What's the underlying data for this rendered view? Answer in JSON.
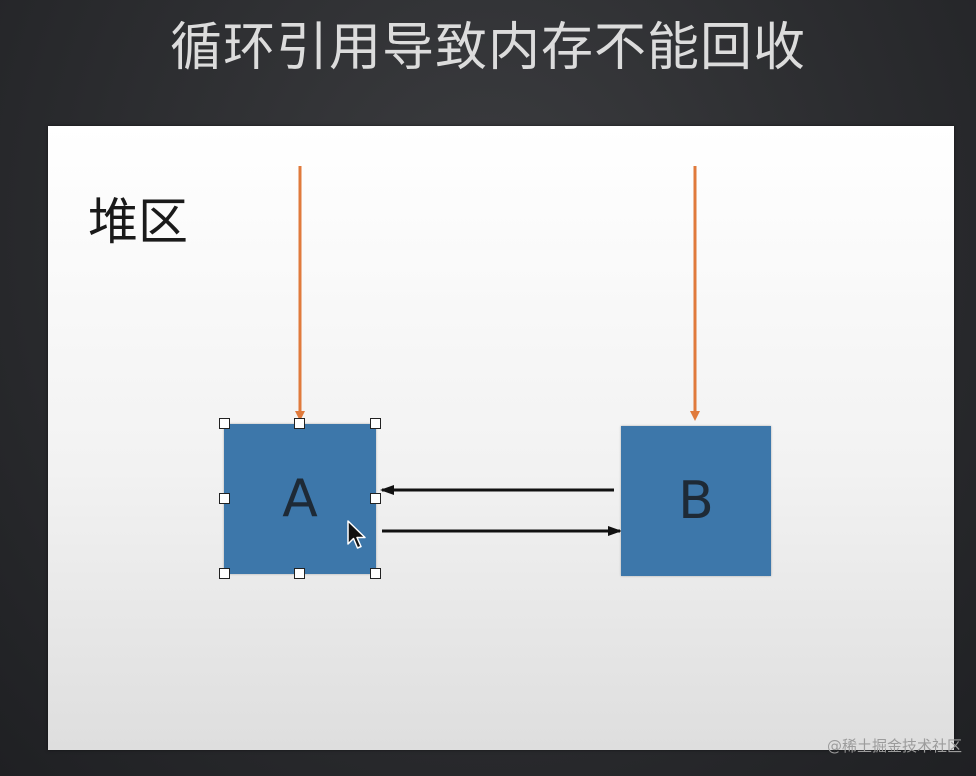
{
  "title": "循环引用导致内存不能回收",
  "slide": {
    "heap_label": "堆区",
    "object_a": "A",
    "object_b": "B"
  },
  "watermark": "@稀土掘金技术社区",
  "colors": {
    "background": "#2a2b2e",
    "slide": "#f2f2f2",
    "object_fill": "#3d77aa",
    "reference_arrow": "#e07a3c",
    "link_arrow": "#111111"
  },
  "icons": [
    "mouse-cursor-icon"
  ]
}
